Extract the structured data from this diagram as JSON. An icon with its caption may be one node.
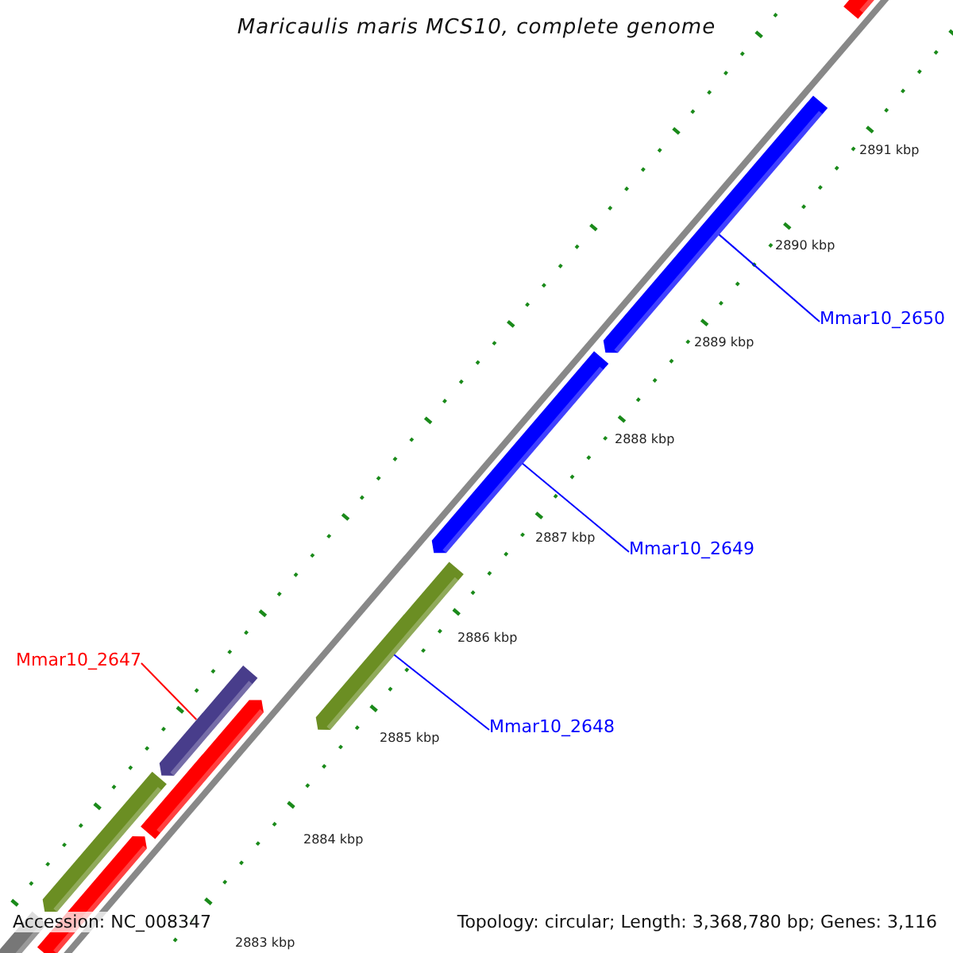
{
  "diagram": {
    "title": "Maricaulis maris MCS10, complete genome",
    "nodes": [
      {
        "text": [
          "Mmar10_2650"
        ]
      },
      {
        "text": [],
        "shape": "bar"
      },
      {
        "text": [
          "Mmar10_2649"
        ]
      },
      {
        "text": [],
        "shape": "bar"
      },
      {
        "text": [
          "Mmar10_2647"
        ]
      },
      {
        "text": [],
        "shape": "bar"
      },
      {
        "text": [
          "Mmar10_2648"
        ]
      },
      {
        "text": [],
        "shape": "bar"
      }
    ],
    "edges": [
      {
        "from": 0,
        "to": 1,
        "arrow": "none"
      },
      {
        "from": 2,
        "to": 3,
        "arrow": "none"
      },
      {
        "from": 4,
        "to": 5,
        "arrow": "none",
        "color": "#ff0000"
      },
      {
        "from": 6,
        "to": 7,
        "arrow": "none"
      }
    ],
    "labels": [
      "2891 kbp",
      "2890 kbp",
      "2889 kbp",
      "2888 kbp",
      "2887 kbp",
      "2886 kbp",
      "2885 kbp",
      "2884 kbp",
      "2883 kbp",
      "Accession: NC_008347",
      "Topology: circular; Length: 3,368,780 bp; Genes: 3,116"
    ]
  }
}
